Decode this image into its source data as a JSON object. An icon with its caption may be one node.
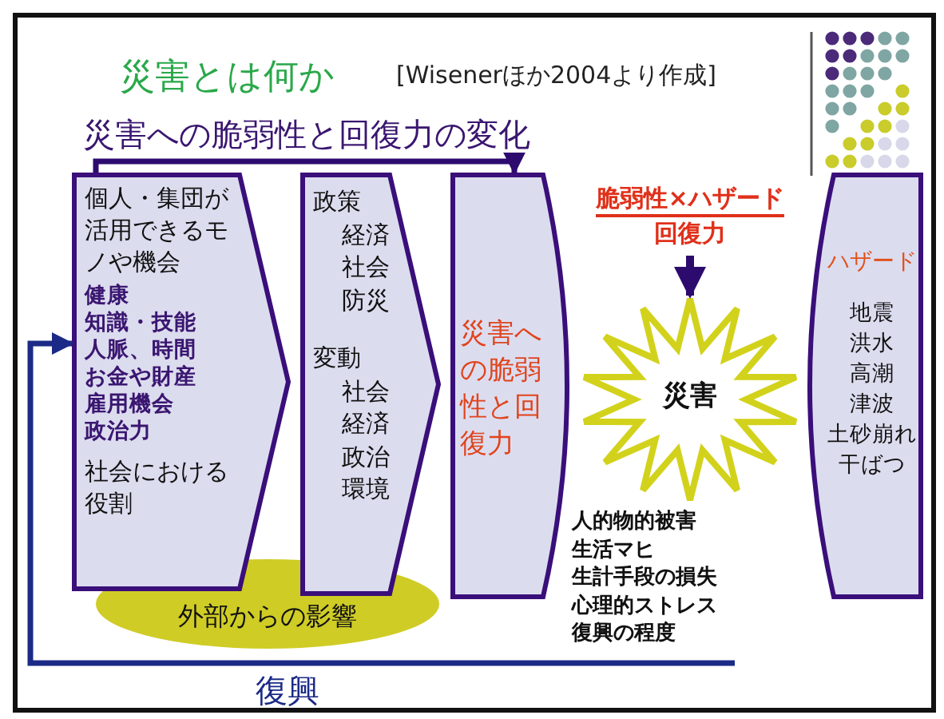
{
  "diagram": {
    "title": "災害とは何か",
    "nodes": [
      {
        "text": [
          "個人・集団が活用できるモノや機会",
          "健康",
          "知識・技能",
          "人脈、時間",
          "お金や財産",
          "雇用機会",
          "政治力",
          "社会における役割"
        ]
      },
      {
        "text": [
          "政策",
          "経済",
          "社会",
          "防災",
          "変動",
          "社会",
          "経済",
          "政治",
          "環境"
        ]
      },
      {
        "text": [
          "外部からの影響"
        ]
      },
      {
        "text": [
          "災害への脆弱性と回復力"
        ]
      },
      {
        "text": [
          "災害"
        ],
        "beside": [
          "人的物的被害",
          "生活マヒ",
          "生計手段の損失",
          "心理的ストレス",
          "復興の程度"
        ]
      },
      {
        "text": [
          "脆弱性×ハザード",
          "回復力"
        ]
      },
      {
        "text": [
          "ハザード",
          "地震",
          "洪水",
          "高潮",
          "津波",
          "土砂崩れ",
          "干ばつ"
        ]
      }
    ],
    "edges": [
      {
        "from": 0,
        "to": 3,
        "arrow": "to",
        "label": "災害への脆弱性と回復力の変化"
      },
      {
        "from": 5,
        "to": 4,
        "arrow": "to"
      },
      {
        "from": null,
        "to": 0,
        "arrow": "to",
        "label": "復興"
      }
    ],
    "labels": [
      "[Wisenerほか2004より作成]"
    ]
  }
}
